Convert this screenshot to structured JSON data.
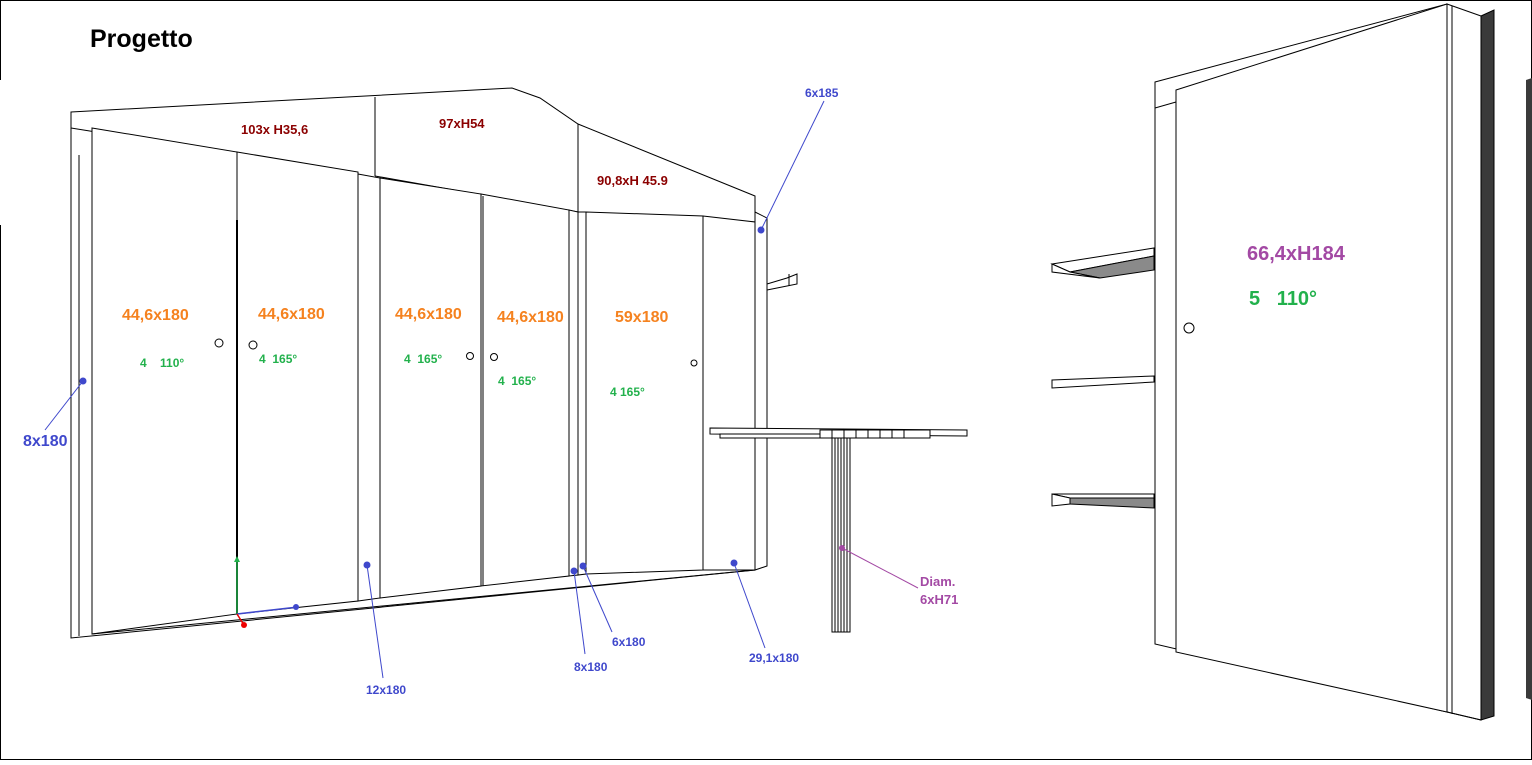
{
  "title": "Progetto",
  "colors": {
    "title": "#000000",
    "cabinet_dim": "#8b0000",
    "door_dim": "#f5821f",
    "hinge": "#22b14c",
    "panel_dim": "#3f48cc",
    "leg_dim": "#a349a4"
  },
  "labels": {
    "top_left_cabinet": "103x H35,6",
    "top_mid_cabinet": "97xH54",
    "top_right_cabinet": "90,8xH 45.9",
    "door_1": "44,6x180",
    "door_2": "44,6x180",
    "door_3": "44,6x180",
    "door_4": "44,6x180",
    "door_5": "59x180",
    "hinge_1": "4    110°",
    "hinge_2": "4  165°",
    "hinge_3": "4  165°",
    "hinge_4": "4  165°",
    "hinge_5": "4 165°",
    "big_door": "66,4xH184",
    "big_door_hinge": "5   110°",
    "side_left": "8x180",
    "side_12": "12x180",
    "side_8": "8x180",
    "side_6": "6x180",
    "side_29": "29,1x180",
    "side_6x185": "6x185",
    "leg_line1": "Diam.",
    "leg_line2": "6xH71"
  }
}
